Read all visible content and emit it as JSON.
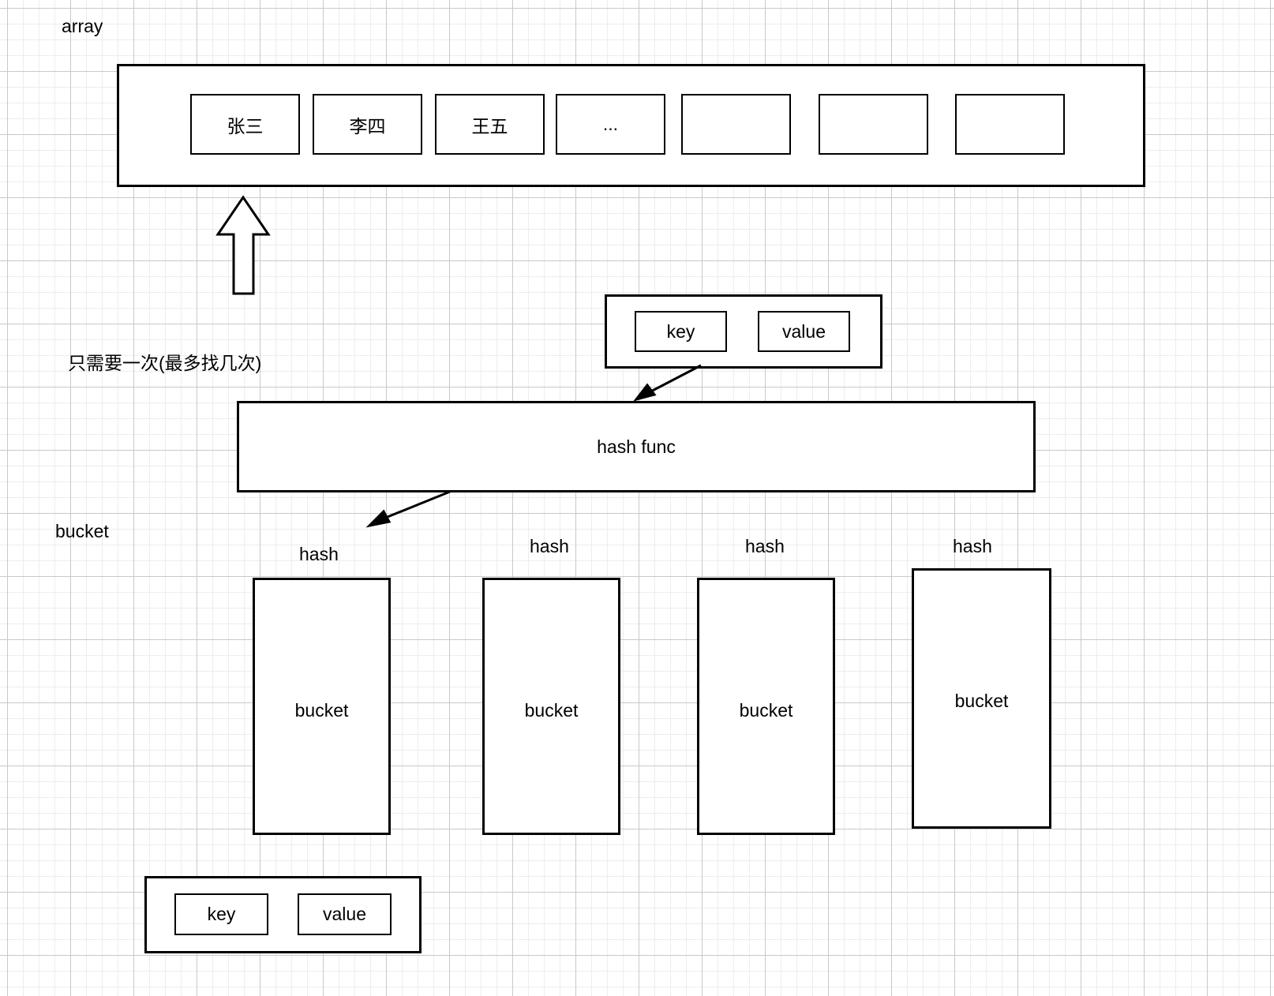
{
  "diagram": {
    "title_labels": {
      "array": "array",
      "bucket": "bucket",
      "note": "只需要一次(最多找几次)"
    },
    "array_section": {
      "label": "array",
      "cells": [
        {
          "text": "张三"
        },
        {
          "text": "李四"
        },
        {
          "text": "王五"
        },
        {
          "text": "..."
        },
        {
          "text": ""
        },
        {
          "text": ""
        },
        {
          "text": ""
        }
      ]
    },
    "entry_top": {
      "key_label": "key",
      "value_label": "value"
    },
    "hash_func": {
      "label": "hash func"
    },
    "buckets": [
      {
        "hash_label": "hash",
        "bucket_label": "bucket"
      },
      {
        "hash_label": "hash",
        "bucket_label": "bucket"
      },
      {
        "hash_label": "hash",
        "bucket_label": "bucket"
      },
      {
        "hash_label": "hash",
        "bucket_label": "bucket"
      }
    ],
    "entry_bottom": {
      "key_label": "key",
      "value_label": "value"
    },
    "colors": {
      "stroke": "#000000",
      "background": "#ffffff",
      "grid_minor": "#ededed",
      "grid_major": "#c9c9c9"
    }
  }
}
